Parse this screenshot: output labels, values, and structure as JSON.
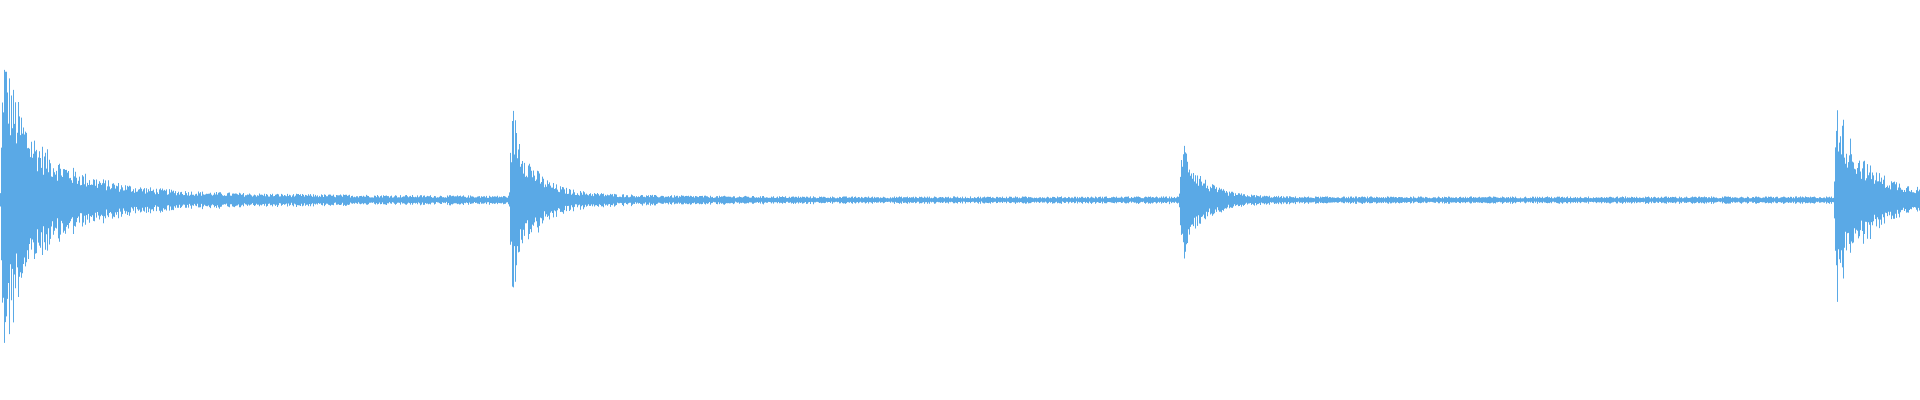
{
  "waveform": {
    "color": "#5aa9e6",
    "background": "#ffffff",
    "baseline_amplitude": 0.02,
    "onsets": [
      {
        "time": 0.0,
        "peak": 0.95,
        "decay": 0.35,
        "sustain": 0.55
      },
      {
        "time": 0.265,
        "peak": 0.62,
        "decay": 0.25,
        "sustain": 0.2
      },
      {
        "time": 0.614,
        "peak": 0.42,
        "decay": 0.22,
        "sustain": 0.18
      },
      {
        "time": 0.955,
        "peak": 0.64,
        "decay": 0.3,
        "sustain": 0.45
      }
    ]
  }
}
